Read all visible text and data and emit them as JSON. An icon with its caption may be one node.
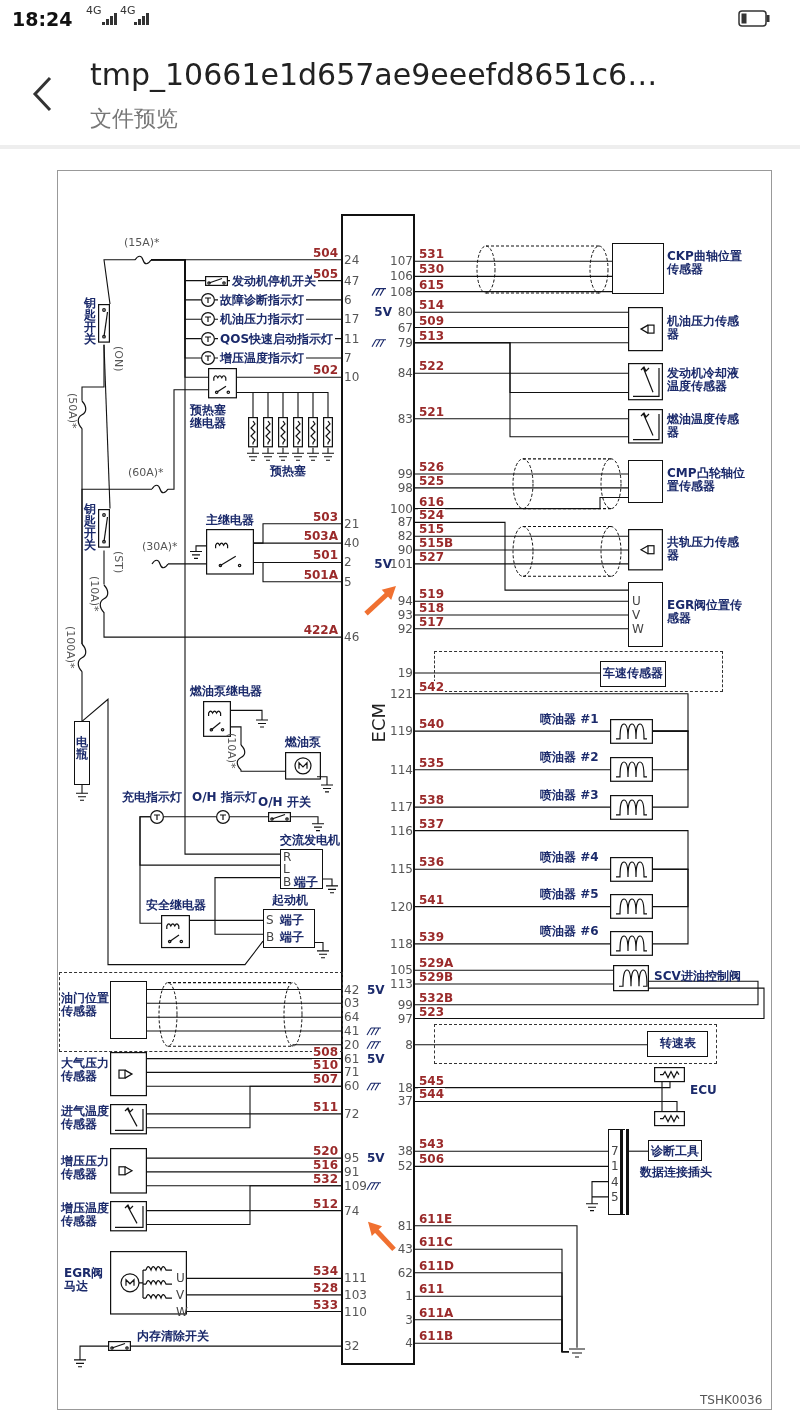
{
  "diagram": {
    "nodes": [
      {
        "text": [
          "ECM"
        ]
      },
      {
        "text": [
          "钥匙开关"
        ],
        "beside": [
          "(ON)"
        ]
      },
      {
        "text": [
          "钥匙开关"
        ],
        "beside": [
          "(ST)"
        ]
      },
      {
        "text": [],
        "shape": "fuse",
        "beside": [
          "(15A)*"
        ]
      },
      {
        "text": [],
        "shape": "fuse",
        "beside": [
          "(50A)*"
        ]
      },
      {
        "text": [],
        "shape": "fuse",
        "beside": [
          "(60A)*"
        ]
      },
      {
        "text": [],
        "shape": "fuse",
        "beside": [
          "(30A)*"
        ]
      },
      {
        "text": [],
        "shape": "fuse",
        "beside": [
          "(10A)*"
        ]
      },
      {
        "text": [],
        "shape": "fuse",
        "beside": [
          "(100A)*"
        ]
      },
      {
        "text": [
          "电瓶"
        ]
      },
      {
        "text": [],
        "shape": "switch",
        "beside": [
          "发动机停机开关"
        ]
      },
      {
        "text": [],
        "shape": "circle",
        "beside": [
          "故障诊断指示灯"
        ]
      },
      {
        "text": [],
        "shape": "circle",
        "beside": [
          "机油压力指示灯"
        ]
      },
      {
        "text": [],
        "shape": "circle",
        "beside": [
          "QOS快速启动指示灯"
        ]
      },
      {
        "text": [],
        "shape": "circle",
        "beside": [
          "增压温度指示灯"
        ]
      },
      {
        "text": [],
        "shape": "relay",
        "beside": [
          "预热塞继电器"
        ]
      },
      {
        "text": [],
        "shape": "box"
      },
      {
        "text": [],
        "shape": "box"
      },
      {
        "text": [],
        "shape": "box"
      },
      {
        "text": [],
        "shape": "box"
      },
      {
        "text": [],
        "shape": "box"
      },
      {
        "text": [],
        "shape": "box"
      },
      {
        "text": [
          "主继电器"
        ]
      },
      {
        "text": [],
        "shape": "relay",
        "beside": [
          "燃油泵继电器"
        ]
      },
      {
        "text": [],
        "shape": "fuse",
        "beside": [
          "(10A)*"
        ]
      },
      {
        "text": [
          "燃油泵"
        ]
      },
      {
        "text": [],
        "shape": "circle",
        "beside": [
          "充电指示灯"
        ]
      },
      {
        "text": [],
        "shape": "circle",
        "beside": [
          "O/H 指示灯"
        ]
      },
      {
        "text": [],
        "shape": "switch",
        "beside": [
          "O/H 开关"
        ]
      },
      {
        "text": [
          "交流发电机",
          "R",
          "L",
          "B",
          "端子"
        ]
      },
      {
        "text": [],
        "shape": "relay",
        "beside": [
          "安全继电器"
        ]
      },
      {
        "text": [
          "起动机",
          "S",
          "端子",
          "B",
          "端子"
        ]
      },
      {
        "text": [],
        "shape": "box"
      },
      {
        "text": [
          "油门位置传感器"
        ],
        "in": 32
      },
      {
        "text": [
          "大气压力传感器"
        ]
      },
      {
        "text": [
          "进气温度传感器"
        ]
      },
      {
        "text": [
          "增压压力传感器"
        ]
      },
      {
        "text": [
          "增压温度传感器"
        ]
      },
      {
        "text": [
          "EGR阀马达",
          "U",
          "V",
          "W"
        ]
      },
      {
        "text": [],
        "shape": "switch",
        "beside": [
          "内存清除开关"
        ]
      },
      {
        "text": [
          "CKP曲轴位置传感器"
        ]
      },
      {
        "text": [
          "机油压力传感器"
        ]
      },
      {
        "text": [
          "发动机冷却液温度传感器"
        ]
      },
      {
        "text": [
          "燃油温度传感器"
        ]
      },
      {
        "text": [
          "CMP凸轮轴位置传感器"
        ]
      },
      {
        "text": [
          "共轨压力传感器"
        ]
      },
      {
        "text": [
          "U",
          "V",
          "W",
          "EGR阀位置传感器"
        ]
      },
      {
        "text": [],
        "shape": "box"
      },
      {
        "text": [
          "车速传感器"
        ],
        "in": 47
      },
      {
        "text": [],
        "shape": "box",
        "beside": [
          "喷油器 #1"
        ]
      },
      {
        "text": [],
        "shape": "box",
        "beside": [
          "喷油器 #2"
        ]
      },
      {
        "text": [],
        "shape": "box",
        "beside": [
          "喷油器 #3"
        ]
      },
      {
        "text": [],
        "shape": "box",
        "beside": [
          "喷油器 #4"
        ]
      },
      {
        "text": [],
        "shape": "box",
        "beside": [
          "喷油器 #5"
        ]
      },
      {
        "text": [],
        "shape": "box",
        "beside": [
          "喷油器 #6"
        ]
      },
      {
        "text": [],
        "shape": "box",
        "beside": [
          "SCV进油控制阀"
        ]
      },
      {
        "text": [],
        "shape": "box"
      },
      {
        "text": [
          "转速表"
        ],
        "in": 56
      },
      {
        "text": [],
        "shape": "box"
      },
      {
        "text": [],
        "shape": "box"
      },
      {
        "text": [
          "7",
          "1",
          "4",
          "5"
        ]
      },
      {
        "text": [
          "诊断工具"
        ]
      },
      {
        "text": [],
        "shape": "ground"
      }
    ],
    "edges": [
      {
        "from": 3,
        "to": 0,
        "arrow": "none",
        "label": "504"
      },
      {
        "from": 10,
        "to": 0,
        "arrow": "none",
        "label": "505"
      },
      {
        "from": 11,
        "to": 0,
        "arrow": "none"
      },
      {
        "from": 12,
        "to": 0,
        "arrow": "none"
      },
      {
        "from": 13,
        "to": 0,
        "arrow": "none"
      },
      {
        "from": 14,
        "to": 0,
        "arrow": "none"
      },
      {
        "from": 15,
        "to": 0,
        "arrow": "none",
        "label": "502"
      },
      {
        "from": 22,
        "to": 0,
        "arrow": "none",
        "label": "503"
      },
      {
        "from": 22,
        "to": 0,
        "arrow": "none",
        "label": "503A"
      },
      {
        "from": 22,
        "to": 0,
        "arrow": "none",
        "label": "501"
      },
      {
        "from": 22,
        "to": 0,
        "arrow": "none",
        "label": "501A"
      },
      {
        "from": 7,
        "to": 0,
        "arrow": "none",
        "label": "422A"
      },
      {
        "from": 33,
        "to": 0,
        "arrow": "none"
      },
      {
        "from": 33,
        "to": 0,
        "arrow": "none"
      },
      {
        "from": 33,
        "to": 0,
        "arrow": "none"
      },
      {
        "from": 33,
        "to": 0,
        "arrow": "none"
      },
      {
        "from": 34,
        "to": 0,
        "arrow": "none",
        "label": "508"
      },
      {
        "from": 34,
        "to": 0,
        "arrow": "none",
        "label": "510"
      },
      {
        "from": 34,
        "to": 0,
        "arrow": "none",
        "label": "507"
      },
      {
        "from": 35,
        "to": 0,
        "arrow": "none",
        "label": "511"
      },
      {
        "from": 36,
        "to": 0,
        "arrow": "none",
        "label": "520"
      },
      {
        "from": 36,
        "to": 0,
        "arrow": "none",
        "label": "516"
      },
      {
        "from": 36,
        "to": 0,
        "arrow": "none",
        "label": "532"
      },
      {
        "from": 37,
        "to": 0,
        "arrow": "none",
        "label": "512"
      },
      {
        "from": 38,
        "to": 0,
        "arrow": "none",
        "label": "534"
      },
      {
        "from": 38,
        "to": 0,
        "arrow": "none",
        "label": "528"
      },
      {
        "from": 38,
        "to": 0,
        "arrow": "none",
        "label": "533"
      },
      {
        "from": 39,
        "to": 0,
        "arrow": "none"
      },
      {
        "from": 9,
        "to": 8,
        "arrow": "none"
      },
      {
        "from": 8,
        "to": 4,
        "arrow": "none"
      },
      {
        "from": 4,
        "to": 1,
        "arrow": "none"
      },
      {
        "from": 1,
        "to": 3,
        "arrow": "none"
      },
      {
        "from": 1,
        "to": 2,
        "arrow": "none"
      },
      {
        "from": 2,
        "to": 7,
        "arrow": "none"
      },
      {
        "from": 8,
        "to": 5,
        "arrow": "none"
      },
      {
        "from": 5,
        "to": 15,
        "arrow": "none"
      },
      {
        "from": 6,
        "to": 22,
        "arrow": "none"
      },
      {
        "from": 23,
        "to": 24,
        "arrow": "none"
      },
      {
        "from": 24,
        "to": 25,
        "arrow": "none"
      },
      {
        "from": 26,
        "to": 27,
        "arrow": "none"
      },
      {
        "from": 27,
        "to": 28,
        "arrow": "none"
      },
      {
        "from": 3,
        "to": 29,
        "arrow": "none"
      },
      {
        "from": 26,
        "to": 29,
        "arrow": "none"
      },
      {
        "from": 29,
        "to": 31,
        "arrow": "none"
      },
      {
        "from": 30,
        "to": 31,
        "arrow": "none"
      },
      {
        "from": 9,
        "to": 31,
        "arrow": "none"
      },
      {
        "from": 0,
        "to": 40,
        "arrow": "none",
        "label": "531"
      },
      {
        "from": 0,
        "to": 40,
        "arrow": "none",
        "label": "530"
      },
      {
        "from": 0,
        "to": 40,
        "arrow": "none",
        "label": "615"
      },
      {
        "from": 0,
        "to": 41,
        "arrow": "none",
        "label": "514"
      },
      {
        "from": 0,
        "to": 41,
        "arrow": "none",
        "label": "509"
      },
      {
        "from": 0,
        "to": 41,
        "arrow": "none",
        "label": "513"
      },
      {
        "from": 0,
        "to": 42,
        "arrow": "none",
        "label": "522"
      },
      {
        "from": 0,
        "to": 43,
        "arrow": "none",
        "label": "521"
      },
      {
        "from": 0,
        "to": 44,
        "arrow": "none",
        "label": "526"
      },
      {
        "from": 0,
        "to": 44,
        "arrow": "none",
        "label": "525"
      },
      {
        "from": 0,
        "to": 44,
        "arrow": "none",
        "label": "616"
      },
      {
        "from": 0,
        "to": 46,
        "arrow": "none",
        "label": "524"
      },
      {
        "from": 0,
        "to": 45,
        "arrow": "none",
        "label": "515"
      },
      {
        "from": 0,
        "to": 45,
        "arrow": "none",
        "label": "515B"
      },
      {
        "from": 0,
        "to": 45,
        "arrow": "none",
        "label": "527"
      },
      {
        "from": 0,
        "to": 46,
        "arrow": "none",
        "label": "519"
      },
      {
        "from": 0,
        "to": 46,
        "arrow": "none",
        "label": "518"
      },
      {
        "from": 0,
        "to": 46,
        "arrow": "none",
        "label": "517"
      },
      {
        "from": 0,
        "to": 48,
        "arrow": "none"
      },
      {
        "from": 0,
        "to": 49,
        "arrow": "none",
        "label": "542"
      },
      {
        "from": 0,
        "to": 49,
        "arrow": "none",
        "label": "540"
      },
      {
        "from": 0,
        "to": 50,
        "arrow": "none",
        "label": "535"
      },
      {
        "from": 0,
        "to": 51,
        "arrow": "none",
        "label": "538"
      },
      {
        "from": 0,
        "to": 52,
        "arrow": "none",
        "label": "537"
      },
      {
        "from": 0,
        "to": 52,
        "arrow": "none",
        "label": "536"
      },
      {
        "from": 0,
        "to": 53,
        "arrow": "none",
        "label": "541"
      },
      {
        "from": 0,
        "to": 54,
        "arrow": "none",
        "label": "539"
      },
      {
        "from": 0,
        "to": 55,
        "arrow": "none",
        "label": "529A"
      },
      {
        "from": 0,
        "to": 55,
        "arrow": "none",
        "label": "529B"
      },
      {
        "from": 0,
        "to": 55,
        "arrow": "none",
        "label": "532B"
      },
      {
        "from": 0,
        "to": 55,
        "arrow": "none",
        "label": "523"
      },
      {
        "from": 0,
        "to": 57,
        "arrow": "none"
      },
      {
        "from": 0,
        "to": 58,
        "arrow": "none",
        "label": "545"
      },
      {
        "from": 0,
        "to": 59,
        "arrow": "none",
        "label": "544"
      },
      {
        "from": 0,
        "to": 60,
        "arrow": "none",
        "label": "543"
      },
      {
        "from": 0,
        "to": 60,
        "arrow": "none",
        "label": "506"
      },
      {
        "from": 60,
        "to": 61,
        "arrow": "none"
      },
      {
        "from": 0,
        "to": 62,
        "arrow": "none",
        "label": "611E"
      },
      {
        "from": 0,
        "to": 62,
        "arrow": "none",
        "label": "611C"
      },
      {
        "from": 0,
        "to": 62,
        "arrow": "none",
        "label": "611D"
      },
      {
        "from": 0,
        "to": 62,
        "arrow": "none",
        "label": "611"
      },
      {
        "from": 0,
        "to": 62,
        "arrow": "none",
        "label": "611A"
      },
      {
        "from": 0,
        "to": 62,
        "arrow": "none",
        "label": "611B"
      },
      {
        "from": 0,
        "to": 42,
        "arrow": "none"
      },
      {
        "from": 0,
        "to": 43,
        "arrow": "none"
      },
      {
        "from": 35,
        "to": 0,
        "arrow": "none"
      },
      {
        "from": 37,
        "to": 0,
        "arrow": "none"
      },
      {
        "from": 15,
        "to": 16,
        "arrow": "none"
      },
      {
        "from": 15,
        "to": 17,
        "arrow": "none"
      },
      {
        "from": 15,
        "to": 18,
        "arrow": "none"
      },
      {
        "from": 15,
        "to": 19,
        "arrow": "none"
      },
      {
        "from": 15,
        "to": 20,
        "arrow": "none"
      },
      {
        "from": 15,
        "to": 21,
        "arrow": "none"
      },
      {
        "from": 26,
        "to": 30,
        "arrow": "none"
      },
      {
        "from": 49,
        "to": 50,
        "arrow": "none"
      },
      {
        "from": 49,
        "to": 51,
        "arrow": "none"
      },
      {
        "from": 52,
        "to": 53,
        "arrow": "none"
      },
      {
        "from": 52,
        "to": 54,
        "arrow": "none"
      },
      {
        "from": 58,
        "to": 59,
        "arrow": "none"
      },
      {
        "from": 3,
        "to": 10,
        "arrow": "none"
      },
      {
        "from": 3,
        "to": 11,
        "arrow": "none"
      },
      {
        "from": 3,
        "to": 12,
        "arrow": "none"
      },
      {
        "from": 3,
        "to": 13,
        "arrow": "none"
      },
      {
        "from": 3,
        "to": 14,
        "arrow": "none"
      },
      {
        "from": 3,
        "to": 15,
        "arrow": "none"
      }
    ],
    "labels": [
      "18:24",
      "4G",
      "4G",
      "tmp_10661e1d657ae9eeefd8651c6…",
      "文件预览",
      "预热塞",
      "24",
      "47",
      "6",
      "17",
      "11",
      "7",
      "10",
      "21",
      "40",
      "2",
      "5",
      "46",
      "42",
      "03",
      "64",
      "41",
      "20",
      "61",
      "71",
      "60",
      "72",
      "95",
      "91",
      "109",
      "74",
      "111",
      "103",
      "110",
      "32",
      "5V",
      "5V",
      "5V",
      "107",
      "106",
      "108",
      "80",
      "67",
      "79",
      "84",
      "83",
      "99",
      "98",
      "100",
      "87",
      "82",
      "90",
      "101",
      "94",
      "93",
      "92",
      "19",
      "121",
      "119",
      "114",
      "117",
      "116",
      "115",
      "120",
      "118",
      "105",
      "113",
      "99",
      "97",
      "8",
      "18",
      "37",
      "38",
      "52",
      "81",
      "43",
      "62",
      "1",
      "3",
      "4",
      "5V",
      "5V",
      "ECU",
      "数据连接插头",
      "TSHK0036"
    ]
  }
}
